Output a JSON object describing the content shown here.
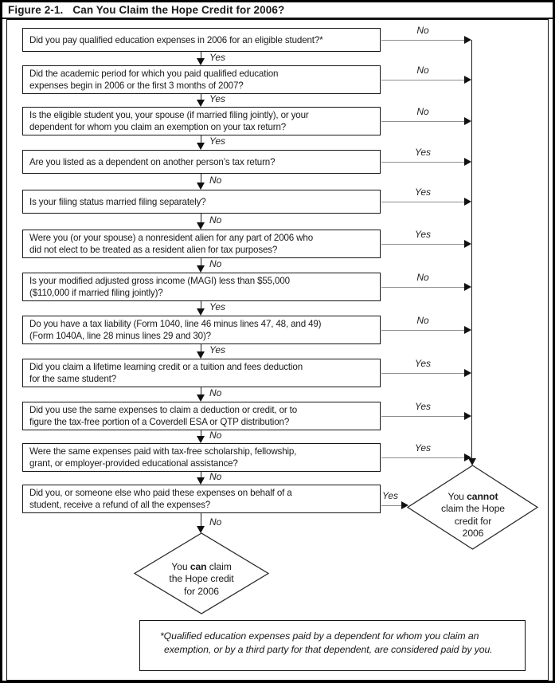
{
  "title": {
    "figure_label": "Figure 2-1.",
    "text": "Can You Claim the Hope Credit for 2006?"
  },
  "colors": {
    "ink": "#1a1a1a",
    "line_gray": "#8d8d8d",
    "background": "#ffffff"
  },
  "flow": {
    "steps": [
      {
        "text": "Did you pay qualified education expenses in 2006 for an eligible student?*",
        "right_label": "No",
        "down_label": "Yes"
      },
      {
        "text": "Did the academic period for which you paid qualified education\nexpenses begin in 2006 or the first 3 months of 2007?",
        "right_label": "No",
        "down_label": "Yes"
      },
      {
        "text": "Is the eligible student you, your spouse (if married filing jointly), or your\ndependent for whom you claim an exemption on your tax return?",
        "right_label": "No",
        "down_label": "Yes"
      },
      {
        "text": "Are you listed as a dependent on another person’s tax return?",
        "right_label": "Yes",
        "down_label": "No"
      },
      {
        "text": "Is your filing status married filing separately?",
        "right_label": "Yes",
        "down_label": "No"
      },
      {
        "text": "Were you (or your spouse) a nonresident alien for any part of 2006 who\ndid not elect to be treated as a resident alien for tax purposes?",
        "right_label": "Yes",
        "down_label": "No"
      },
      {
        "text": "Is your modified adjusted gross income (MAGI) less than $55,000\n($110,000 if married filing jointly)?",
        "right_label": "No",
        "down_label": "Yes"
      },
      {
        "text": "Do you have a tax liability (Form 1040, line 46 minus lines 47, 48, and 49)\n(Form 1040A, line 28 minus lines 29 and 30)?",
        "right_label": "No",
        "down_label": "Yes"
      },
      {
        "text": "Did you claim a lifetime learning credit or a tuition and fees deduction\nfor the same student?",
        "right_label": "Yes",
        "down_label": "No"
      },
      {
        "text": "Did you use the same expenses to claim a deduction or credit, or to\nfigure the tax-free portion of a Coverdell ESA or QTP distribution?",
        "right_label": "Yes",
        "down_label": "No"
      },
      {
        "text": "Were the same expenses paid with tax-free scholarship, fellowship,\ngrant, or employer-provided educational assistance?",
        "right_label": "Yes",
        "down_label": "No"
      },
      {
        "text": "Did you, or someone else who paid these expenses on behalf of a\nstudent, receive a refund of all the expenses?",
        "right_label": "Yes",
        "down_label": "No"
      }
    ],
    "outcome_can": {
      "pre": "You ",
      "bold": "can",
      "post": " claim\nthe Hope credit\nfor 2006"
    },
    "outcome_cannot": {
      "pre": "You ",
      "bold": "cannot",
      "post": "\nclaim the Hope\ncredit for\n2006"
    }
  },
  "footnote": {
    "text": "*Qualified education expenses paid by a dependent for whom you claim an\nexemption, or by a third party for that dependent, are considered paid by you."
  }
}
